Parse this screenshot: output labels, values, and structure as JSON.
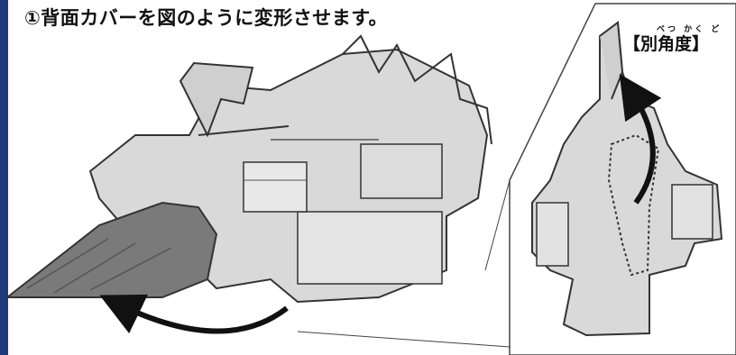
{
  "instruction": {
    "step_text": "①背面カバーを図のように変形させます。"
  },
  "inset": {
    "ruby": "べつ かく ど",
    "label": "【別角度】"
  },
  "colors": {
    "accent_bar": "#1f3a7a",
    "text": "#111111",
    "figure_fill": "#d9d9d9",
    "figure_dark": "#7a7a7a",
    "arrow": "#111111"
  }
}
